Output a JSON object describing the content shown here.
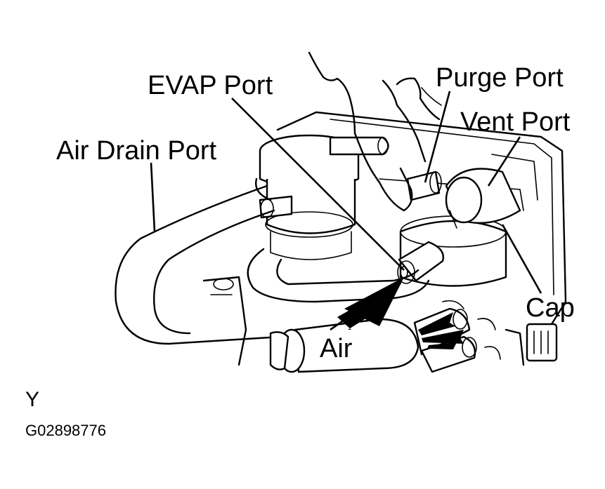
{
  "labels": {
    "evap_port": "EVAP Port",
    "purge_port": "Purge Port",
    "vent_port": "Vent Port",
    "air_drain_port": "Air Drain Port",
    "cap": "Cap",
    "air": "Air",
    "corner_mark": "Y",
    "figure_code": "G02898776"
  }
}
